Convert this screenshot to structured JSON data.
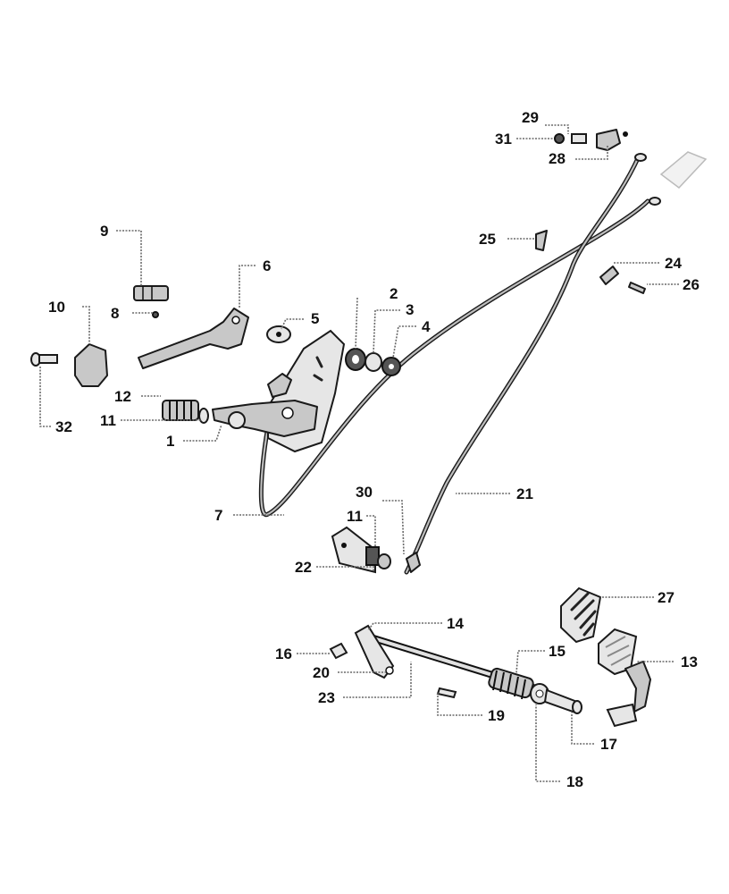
{
  "callouts": {
    "c1": "1",
    "c2": "2",
    "c3": "3",
    "c4": "4",
    "c5": "5",
    "c6": "6",
    "c7": "7",
    "c8": "8",
    "c9": "9",
    "c10": "10",
    "c11a": "11",
    "c11b": "11",
    "c12": "12",
    "c13": "13",
    "c14": "14",
    "c15": "15",
    "c16": "16",
    "c17": "17",
    "c18": "18",
    "c19": "19",
    "c20": "20",
    "c21": "21",
    "c22": "22",
    "c23": "23",
    "c24": "24",
    "c25": "25",
    "c26": "26",
    "c27": "27",
    "c28": "28",
    "c29": "29",
    "c30": "30",
    "c31": "31",
    "c32": "32"
  }
}
